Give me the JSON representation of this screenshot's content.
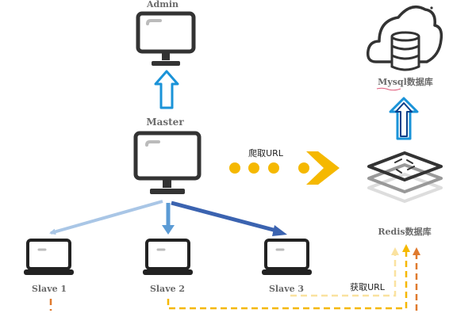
{
  "nodes": {
    "admin": "Admin",
    "master": "Master",
    "mysql": "Mysql数据库",
    "redis": "Redis数据库",
    "slave1": "Slave 1",
    "slave2": "Slave 2",
    "slave3": "Slave 3"
  },
  "edges": {
    "crawl_url": "爬取URL",
    "fetch_url": "获取URL"
  },
  "colors": {
    "icon_dark": "#333333",
    "arrow_blue": "#1a93d8",
    "light_blue": "#a9c6e6",
    "mid_blue": "#5b9bd5",
    "dark_blue": "#3b63b0",
    "yellow": "#f5b800",
    "orange": "#e07a2e",
    "grey": "#8a8a8a"
  }
}
